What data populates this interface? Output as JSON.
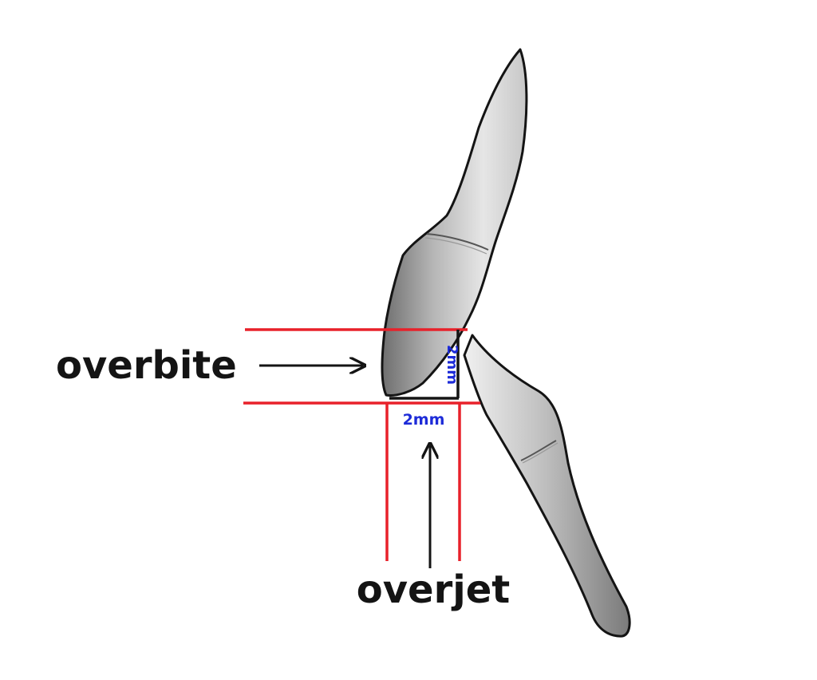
{
  "labels": {
    "overbite": "overbite",
    "overjet": "overjet"
  },
  "measurements": {
    "overbite_value": "2mm",
    "overjet_value": "2mm"
  },
  "colors": {
    "reference_lines": "#e8212a",
    "measurement_text": "#1d2bd8",
    "outline": "#141414",
    "tooth_fill_light": "#f2f2f2",
    "tooth_fill_dark": "#8a8a8a"
  }
}
